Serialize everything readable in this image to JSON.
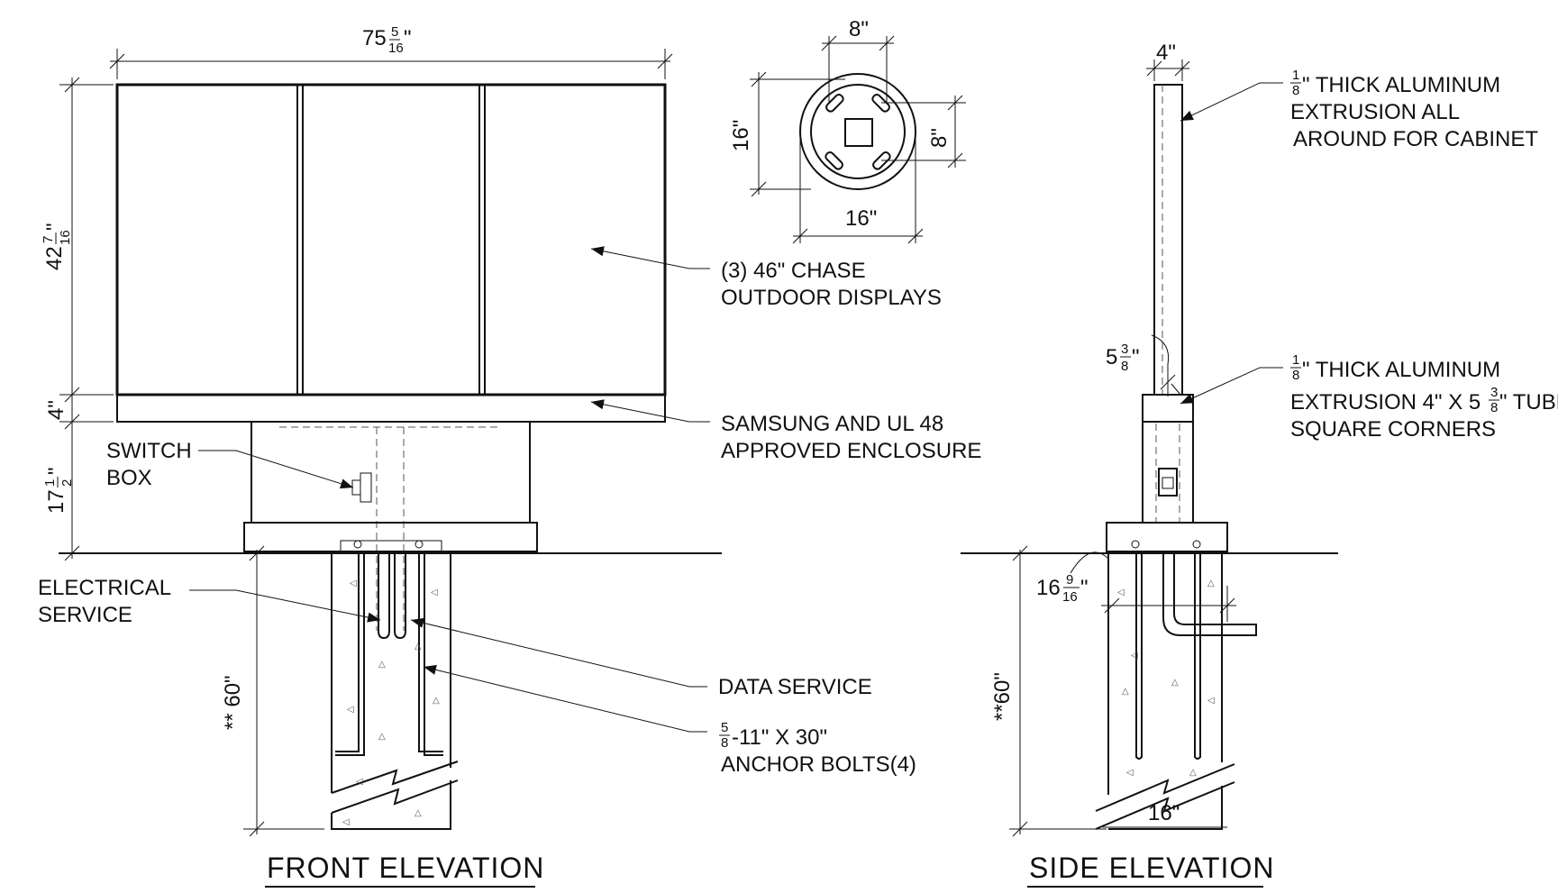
{
  "dimensions": {
    "overall_width": "75",
    "overall_width_frac_num": "5",
    "overall_width_frac_den": "16",
    "cabinet_height": "42",
    "cabinet_height_frac_num": "7",
    "cabinet_height_frac_den": "16",
    "enclosure_height": "4\"",
    "base_height": "17",
    "base_height_frac_num": "1",
    "base_height_frac_den": "2",
    "front_depth": "** 60\"",
    "plan_top_width": "8\"",
    "plan_left_height": "16\"",
    "plan_right_height": "8\"",
    "plan_bottom_width": "16\"",
    "side_top_width": "4\"",
    "side_tube": "5",
    "side_tube_frac_num": "3",
    "side_tube_frac_den": "8",
    "side_embed": "16",
    "side_embed_frac_num": "9",
    "side_embed_frac_den": "16",
    "side_depth": "**60\"",
    "side_bottom_width": "16\""
  },
  "labels": {
    "displays_line1": "(3) 46\" CHASE",
    "displays_line2": "OUTDOOR DISPLAYS",
    "enclosure_line1": "SAMSUNG AND UL 48",
    "enclosure_line2": "APPROVED ENCLOSURE",
    "switch_line1": "SWITCH",
    "switch_line2": "BOX",
    "electrical_line1": "ELECTRICAL",
    "electrical_line2": "SERVICE",
    "data_service": "DATA SERVICE",
    "anchor_frac_num": "5",
    "anchor_frac_den": "8",
    "anchor_line1": "-11\" X 30\"",
    "anchor_line2": "ANCHOR BOLTS(4)",
    "alum1_frac_num": "1",
    "alum1_frac_den": "8",
    "alum1_line1": "\" THICK ALUMINUM",
    "alum1_line2": "EXTRUSION ALL",
    "alum1_line3": "AROUND FOR CABINET",
    "alum2_frac_num": "1",
    "alum2_frac_den": "8",
    "alum2_line1": "\" THICK ALUMINUM",
    "alum2_line2a": "EXTRUSION 4\" X 5",
    "alum2_frac2_num": "3",
    "alum2_frac2_den": "8",
    "alum2_line2b": "\" TUBE",
    "alum2_line3": "SQUARE CORNERS"
  },
  "titles": {
    "front": "FRONT  ELEVATION",
    "side": "SIDE  ELEVATION"
  }
}
